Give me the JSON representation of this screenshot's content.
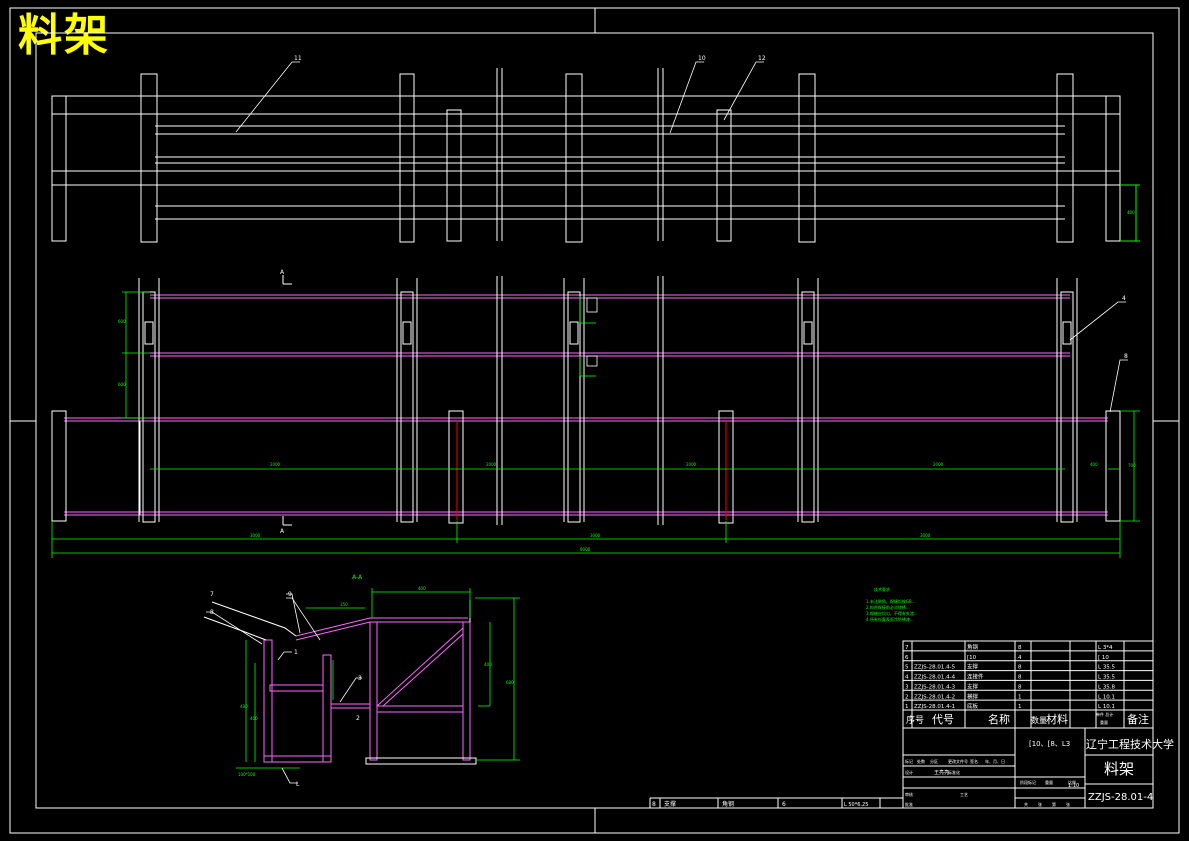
{
  "drawing": {
    "title": "料架",
    "school": "辽宁工程技术大学",
    "drawing_no": "ZZJS-28.01-4",
    "part_name": "料架",
    "material_note": "[10、[8、L3",
    "scale": "1:10"
  },
  "notes": {
    "heading": "技术要求",
    "lines": [
      "1.未注倒角、焊缝均按GB...",
      "2.构件焊接前必须除锈...",
      "3.焊缝应均匀，不得有夹渣...",
      "4.所有外露表面涂防锈漆..."
    ]
  },
  "bom": {
    "rows": [
      {
        "no": "7",
        "code": "",
        "name": "角钢",
        "qty": "8",
        "mat": "",
        "note": "L 3*4"
      },
      {
        "no": "6",
        "code": "",
        "name": "[10",
        "qty": "4",
        "mat": "",
        "note": "[ 10"
      },
      {
        "no": "5",
        "code": "ZZJS-28.01.4-5",
        "name": "支撑",
        "qty": "8",
        "mat": "",
        "note": "L 35.5"
      },
      {
        "no": "4",
        "code": "ZZJS-28.01.4-4",
        "name": "连接件",
        "qty": "8",
        "mat": "",
        "note": "L 35.5"
      },
      {
        "no": "3",
        "code": "ZZJS-28.01.4-3",
        "name": "支撑",
        "qty": "8",
        "mat": "",
        "note": "L 35.8"
      },
      {
        "no": "2",
        "code": "ZZJS-28.01.4-2",
        "name": "横撑",
        "qty": "1",
        "mat": "",
        "note": "L 10.1"
      },
      {
        "no": "1",
        "code": "ZZJS-28.01.4-1",
        "name": "底板",
        "qty": "1",
        "mat": "",
        "note": "L 10.1"
      }
    ],
    "header": {
      "no": "序号",
      "code": "代号",
      "name": "名称",
      "qty": "数量",
      "mat": "材料",
      "unit": "单件 总计",
      "weight": "重量",
      "note": "备注"
    },
    "footer_row": {
      "no": "8",
      "code": "支撑",
      "name": "角钢",
      "qty": "6",
      "note": "L 50*6.25"
    }
  },
  "titleblock": {
    "labels": [
      "标记",
      "处数",
      "分区",
      "更改文件号",
      "签名",
      "年、月、日",
      "设计",
      "标准化",
      "阶段标记",
      "重量",
      "比例",
      "审核",
      "工艺",
      "批准",
      "共",
      "张",
      "第",
      "张"
    ],
    "designer": "王亮亮"
  },
  "view_labels": {
    "section": "A-A",
    "cut_left": "A",
    "cut_right": "A",
    "balloons_top": [
      "11",
      "10",
      "12"
    ],
    "balloons_mid": [
      "4",
      "8"
    ],
    "balloons_sec": [
      "7",
      "8",
      "9",
      "1",
      "3",
      "2",
      "L"
    ]
  }
}
